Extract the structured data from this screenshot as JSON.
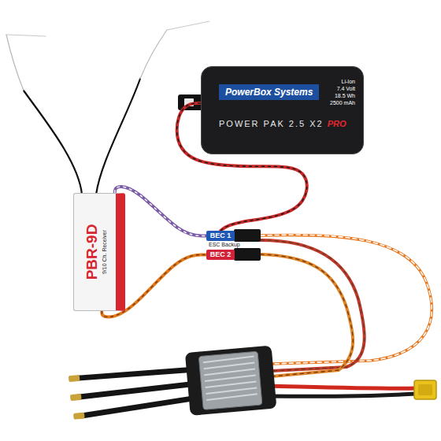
{
  "diagram": {
    "nodes": [
      {
        "text": [
          "PowerBox Systems",
          "POWER PAK 2.5 X2",
          "PRO",
          "Li-Ion",
          "7.4 Volt",
          "18.5 Wh",
          "2500 mAh"
        ]
      },
      {
        "text": [
          "PBR-9D",
          "9/10 Ch. Receiver"
        ]
      },
      {
        "text": [
          "BEC 1"
        ]
      },
      {
        "text": [
          "BEC 2"
        ]
      }
    ],
    "edges": [
      {
        "from": 1,
        "to": 2,
        "arrow": "none"
      },
      {
        "from": 1,
        "to": 3,
        "arrow": "none"
      },
      {
        "from": 0,
        "to": 2,
        "arrow": "none"
      }
    ],
    "labels": [
      "ESC Backup"
    ]
  }
}
